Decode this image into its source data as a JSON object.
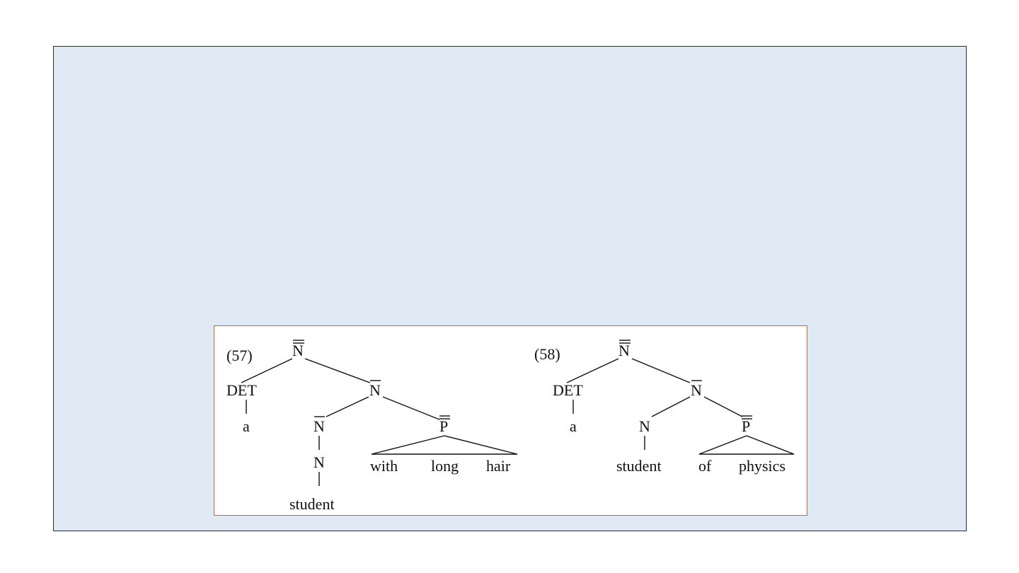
{
  "tree57": {
    "number": "(57)",
    "root": "N",
    "det": "DET",
    "a": "a",
    "nbar": "N",
    "nbar2": "N",
    "n": "N",
    "student": "student",
    "pp": "P",
    "with": "with",
    "long": "long",
    "hair": "hair"
  },
  "tree58": {
    "number": "(58)",
    "root": "N",
    "det": "DET",
    "a": "a",
    "nbar": "N",
    "n": "N",
    "student": "student",
    "pp": "P",
    "of": "of",
    "physics": "physics"
  }
}
